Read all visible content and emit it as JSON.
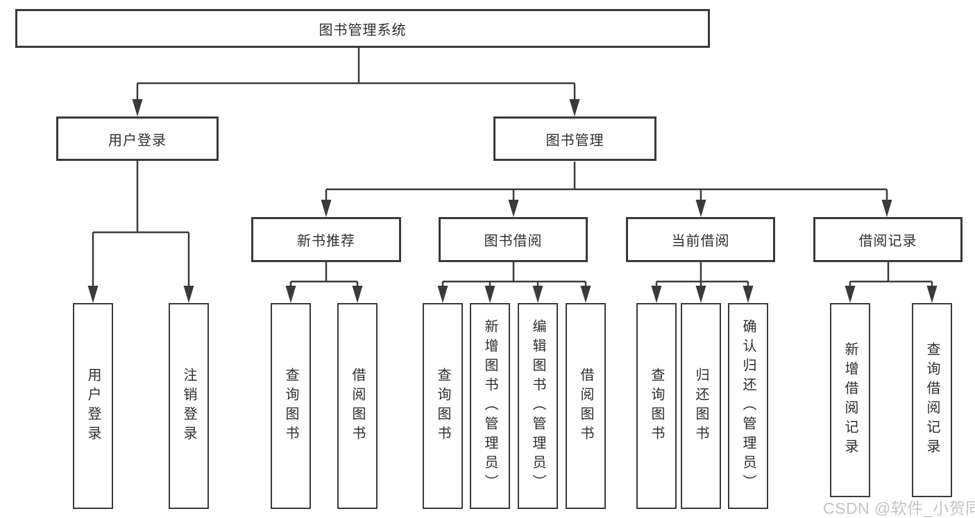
{
  "tree": {
    "label": "图书管理系统",
    "children": [
      {
        "label": "用户登录",
        "children": [
          {
            "label": "用户登录"
          },
          {
            "label": "注销登录"
          }
        ]
      },
      {
        "label": "图书管理",
        "children": [
          {
            "label": "新书推荐",
            "children": [
              {
                "label": "查询图书"
              },
              {
                "label": "借阅图书"
              }
            ]
          },
          {
            "label": "图书借阅",
            "children": [
              {
                "label": "查询图书"
              },
              {
                "label": "新增图书（管理员）"
              },
              {
                "label": "编辑图书（管理员）"
              },
              {
                "label": "借阅图书"
              }
            ]
          },
          {
            "label": "当前借阅",
            "children": [
              {
                "label": "查询图书"
              },
              {
                "label": "归还图书"
              },
              {
                "label": "确认归还（管理员）"
              }
            ]
          },
          {
            "label": "借阅记录",
            "children": [
              {
                "label": "新增借阅记录"
              },
              {
                "label": "查询借阅记录"
              }
            ]
          }
        ]
      }
    ]
  },
  "watermark": {
    "text": "CSDN @软件_小贺同学"
  },
  "colors": {
    "line-color": "#3a3a3a",
    "text-color": "#2e2e2e",
    "watermark-color": "#c4c4c4",
    "background": "#ffffff"
  }
}
